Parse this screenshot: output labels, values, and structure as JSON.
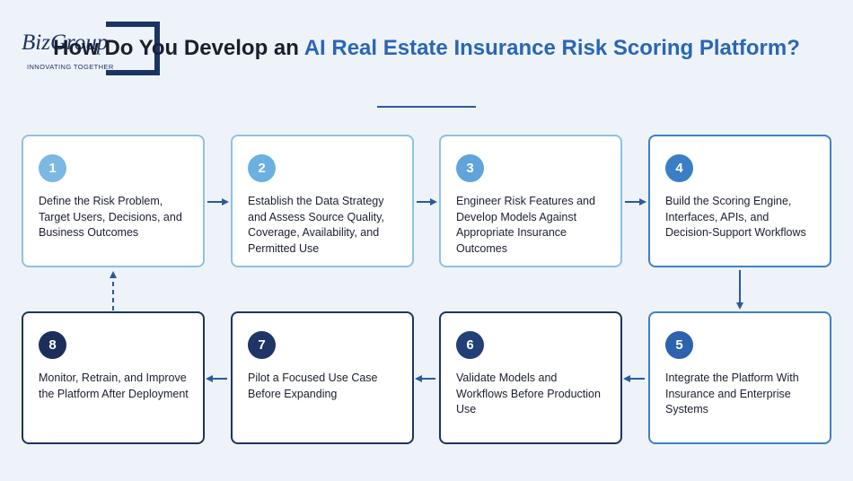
{
  "logo": {
    "wordmark": "BizGroup",
    "tagline": "INNOVATING TOGETHER"
  },
  "title": {
    "part1": "How Do You Develop an ",
    "highlight": "AI Real Estate Insurance Risk Scoring Platform?"
  },
  "steps": [
    {
      "number": "1",
      "text": "Define the Risk Problem, Target Users, Decisions, and Business Outcomes"
    },
    {
      "number": "2",
      "text": "Establish the Data Strategy and Assess Source Quality, Coverage, Availability, and Permitted Use"
    },
    {
      "number": "3",
      "text": "Engineer Risk Features and Develop Models Against Appropriate Insurance Outcomes"
    },
    {
      "number": "4",
      "text": "Build the Scoring Engine, Interfaces, APIs, and Decision-Support Workflows"
    },
    {
      "number": "5",
      "text": "Integrate the Platform With Insurance and Enterprise Systems"
    },
    {
      "number": "6",
      "text": "Validate Models and Workflows Before Production Use"
    },
    {
      "number": "7",
      "text": "Pilot a Focused Use Case Before Expanding"
    },
    {
      "number": "8",
      "text": "Monitor, Retrain, and Improve the Platform After Deployment"
    }
  ],
  "colors": {
    "highlight": "#2a66b4",
    "dark_navy": "#1c3463",
    "light_blue": "#8fc0e6",
    "arrow": "#2a5a9a"
  }
}
